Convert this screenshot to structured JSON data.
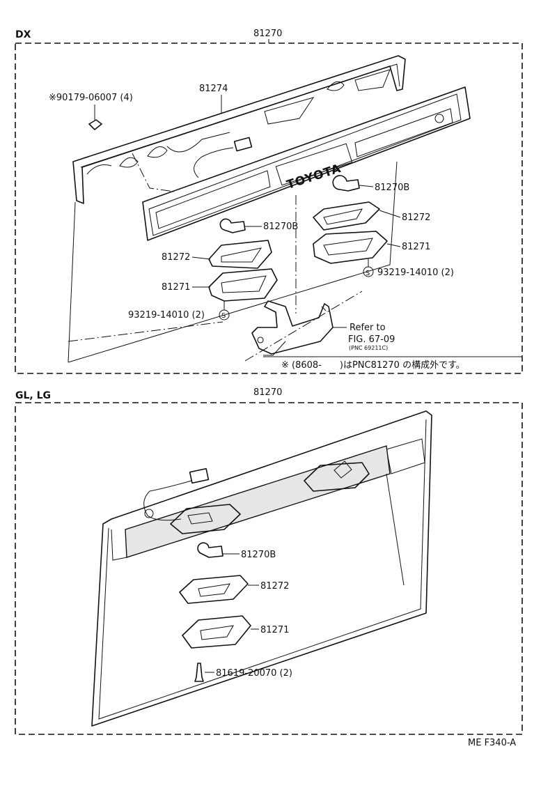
{
  "dx": {
    "section_label": "DX",
    "assembly_number": "81270",
    "parts": {
      "clip": "※90179-06007 (4)",
      "cover": "81274",
      "bulb_right": "81270B",
      "bulb_left": "81270B",
      "lens_right": "81272",
      "lens_left": "81272",
      "housing_right": "81271",
      "housing_left": "81271",
      "screw_right": "93219-14010 (2)",
      "screw_left": "93219-14010 (2)"
    },
    "emblem": "TOYOTA",
    "screw_symbol": "S",
    "refer": {
      "line1": "Refer to",
      "line2": "FIG. 67-09",
      "line3": "(PNC 69211C)"
    },
    "note": "※ (8608-　　)はPNC81270 の構成外です。"
  },
  "gl": {
    "section_label": "GL, LG",
    "assembly_number": "81270",
    "parts": {
      "bulb": "81270B",
      "lens": "81272",
      "housing": "81271",
      "screw": "81619-20070 (2)"
    }
  },
  "figure_code": "ME F340-A"
}
